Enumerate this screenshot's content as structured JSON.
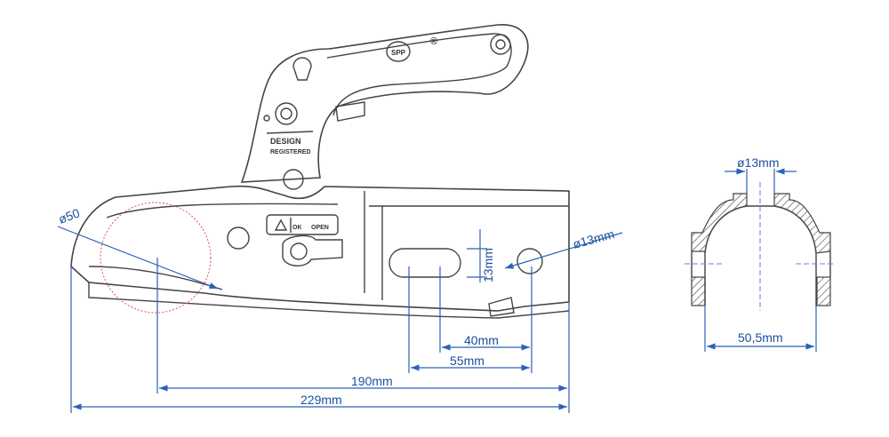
{
  "labels": {
    "design": "DESIGN",
    "registered": "REGISTERED",
    "ok": "OK",
    "open": "OPEN",
    "brand_logo": "SPP",
    "registered_mark": "®"
  },
  "dimensions": {
    "ball_diameter": "ø50",
    "hole_diameter": "ø13mm",
    "slot_height": "13mm",
    "d40": "40mm",
    "d55": "55mm",
    "d190": "190mm",
    "d229": "229mm",
    "section_hole": "ø13mm",
    "section_width": "50,5mm"
  },
  "colors": {
    "dimension": "#2a62b8",
    "ball_circle": "#d9534f",
    "outline": "#444444"
  }
}
